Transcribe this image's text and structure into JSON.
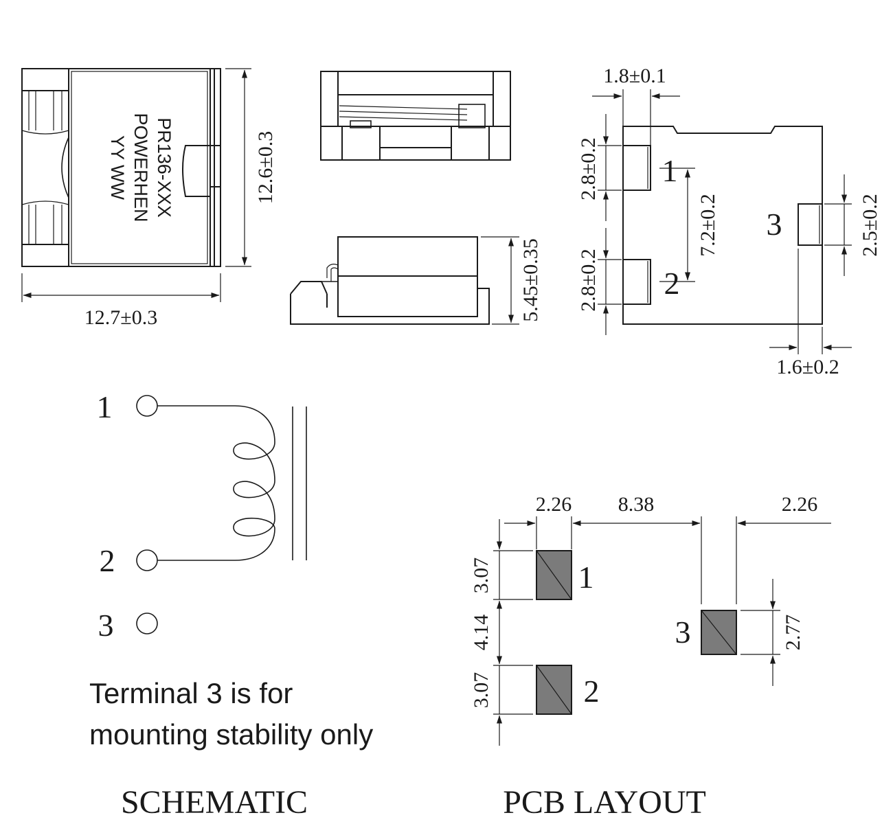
{
  "top_view": {
    "marking_line1": "PR136-XXX",
    "marking_line2": "POWERHEN",
    "marking_line3": "YY WW",
    "width_dim": "12.7±0.3",
    "height_dim": "12.6±0.3"
  },
  "side_view": {
    "height_dim": "5.45±0.35"
  },
  "bottom_view": {
    "pad_width_dim": "1.8±0.1",
    "pad1_height_dim": "2.8±0.2",
    "pad2_height_dim": "2.8±0.2",
    "pad_pitch_dim": "7.2±0.2",
    "pad3_height_dim": "2.5±0.2",
    "pad3_width_dim": "1.6±0.2",
    "pin1": "1",
    "pin2": "2",
    "pin3": "3"
  },
  "schematic": {
    "pin1": "1",
    "pin2": "2",
    "pin3": "3",
    "note_line1": "Terminal 3 is for",
    "note_line2": "mounting stability only",
    "caption": "SCHEMATIC"
  },
  "pcb_layout": {
    "pad_width_left": "2.26",
    "pad_spacing": "8.38",
    "pad_width_right": "2.26",
    "pad1_height": "3.07",
    "pad_gap": "4.14",
    "pad2_height": "3.07",
    "pad3_height": "2.77",
    "pin1": "1",
    "pin2": "2",
    "pin3": "3",
    "caption": "PCB LAYOUT"
  }
}
